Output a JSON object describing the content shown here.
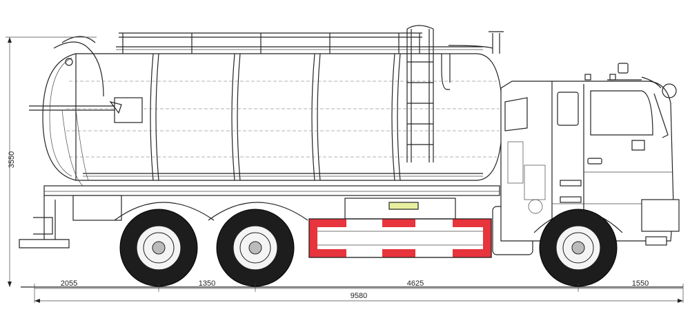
{
  "dimensions": {
    "height": "3550",
    "rear_overhang": "2055",
    "axle_spacing": "1350",
    "wheelbase": "4625",
    "front_overhang": "1550",
    "overall_length": "9580"
  },
  "colors": {
    "line": "#222222",
    "guard_red": "#e8343c",
    "tire": "#1d1d1d",
    "background": "#ffffff"
  }
}
